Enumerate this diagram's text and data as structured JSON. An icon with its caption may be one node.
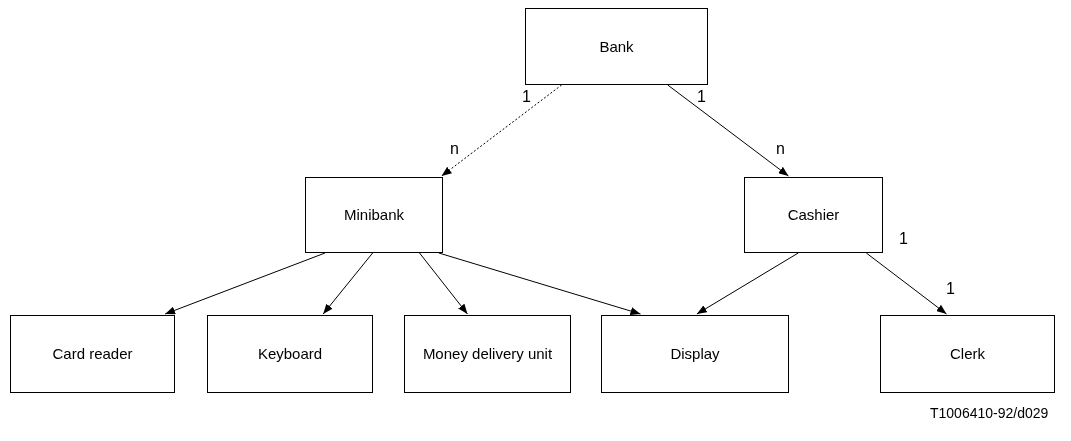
{
  "diagram": {
    "nodes": [
      {
        "text": [
          "Bank"
        ]
      },
      {
        "text": [
          "Minibank"
        ]
      },
      {
        "text": [
          "Cashier"
        ]
      },
      {
        "text": [
          "Card reader"
        ]
      },
      {
        "text": [
          "Keyboard"
        ]
      },
      {
        "text": [
          "Money delivery unit"
        ]
      },
      {
        "text": [
          "Display"
        ]
      },
      {
        "text": [
          "Clerk"
        ]
      }
    ],
    "edges": [
      {
        "from": 0,
        "to": 1,
        "arrow": "to",
        "style": "dashed"
      },
      {
        "from": 0,
        "to": 2,
        "arrow": "to"
      },
      {
        "from": 1,
        "to": 3,
        "arrow": "to"
      },
      {
        "from": 1,
        "to": 4,
        "arrow": "to"
      },
      {
        "from": 1,
        "to": 5,
        "arrow": "to"
      },
      {
        "from": 1,
        "to": 6,
        "arrow": "to"
      },
      {
        "from": 2,
        "to": 6,
        "arrow": "to"
      },
      {
        "from": 2,
        "to": 7,
        "arrow": "to"
      }
    ],
    "labels": [
      "1",
      "1",
      "n",
      "n",
      "1",
      "1",
      "T1006410-92/d029"
    ]
  }
}
